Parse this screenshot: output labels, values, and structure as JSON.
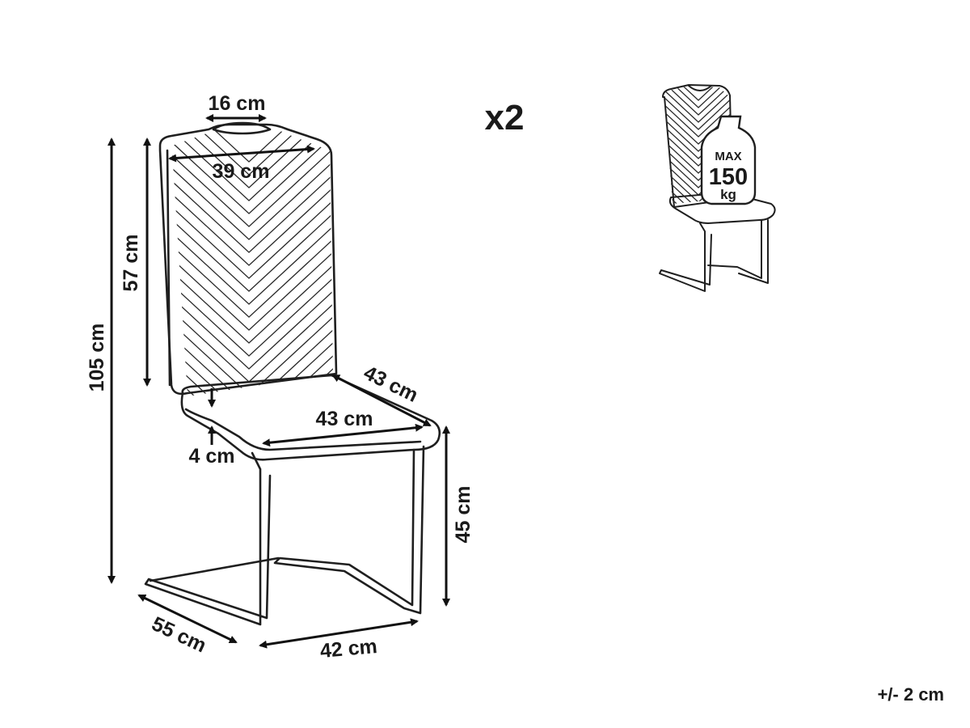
{
  "quantity": "x2",
  "tolerance": "+/- 2 cm",
  "dimensions": {
    "handle_width": "16 cm",
    "backrest_width": "39 cm",
    "backrest_height": "57 cm",
    "total_height": "105 cm",
    "seat_depth": "43 cm",
    "seat_width": "43 cm",
    "seat_thickness": "4 cm",
    "seat_height": "45 cm",
    "base_depth": "55 cm",
    "base_width": "42 cm"
  },
  "load_badge": {
    "line1": "MAX",
    "line2": "150",
    "line3": "kg"
  }
}
